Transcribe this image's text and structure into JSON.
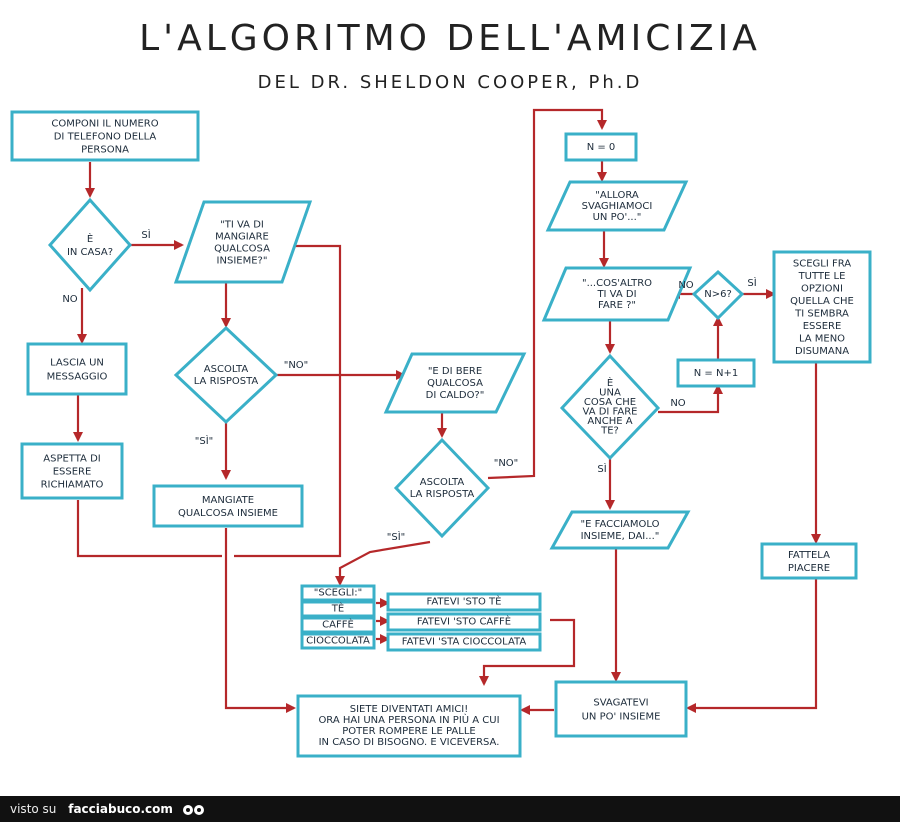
{
  "title": "L'ALGORITMO DELL'AMICIZIA",
  "subtitle": "DEL DR. SHELDON COOPER, Ph.D",
  "colors": {
    "box": "#3ab0c8",
    "arrow": "#b5282a",
    "text": "#1c2b3a"
  },
  "nodes": {
    "n_call": [
      "COMPONI IL NUMERO",
      "DI TELEFONO DELLA",
      "PERSONA"
    ],
    "n_home": [
      "È",
      "IN CASA?"
    ],
    "n_msg": [
      "LASCIA UN",
      "MESSAGGIO"
    ],
    "n_wait": [
      "ASPETTA DI",
      "ESSERE",
      "RICHIAMATO"
    ],
    "n_eat": [
      "\"TI VA DI",
      "MANGIARE",
      "QUALCOSA",
      "INSIEME?\""
    ],
    "n_listen1": [
      "ASCOLTA",
      "LA RISPOSTA"
    ],
    "n_eatt": [
      "MANGIATE",
      "QUALCOSA INSIEME"
    ],
    "n_drink": [
      "\"E DI BERE",
      "QUALCOSA",
      "DI CALDO?\""
    ],
    "n_listen2": [
      "ASCOLTA",
      "LA RISPOSTA"
    ],
    "n_choose": [
      "\"SCEGLI:\""
    ],
    "n_tea": [
      "TÈ"
    ],
    "n_coffee": [
      "CAFFÈ"
    ],
    "n_choc": [
      "CIOCCOLATA"
    ],
    "n_tea_do": [
      "FATEVI 'STO TÈ"
    ],
    "n_coffee_do": [
      "FATEVI 'STO CAFFÈ"
    ],
    "n_choc_do": [
      "FATEVI 'STA CIOCCOLATA"
    ],
    "n_n0": [
      "N = 0"
    ],
    "n_svago": [
      "\"ALLORA",
      "SVAGHIAMOCI",
      "UN PO'...\""
    ],
    "n_else": [
      "\"...COS'ALTRO",
      "TI VA DI",
      "FARE ?\""
    ],
    "n_ng6": [
      "N>6?"
    ],
    "n_inc": [
      "N = N+1"
    ],
    "n_doboth": [
      "È",
      "UNA",
      "COSA CHE",
      "VA DI FARE",
      "ANCHE A",
      "TE?"
    ],
    "n_letsdo": [
      "\"E FACCIAMOLO",
      "INSIEME, DAI...\""
    ],
    "n_pick": [
      "SCEGLI FRA",
      "TUTTE LE",
      "OPZIONI",
      "QUELLA CHE",
      "TI SEMBRA",
      "ESSERE",
      "LA MENO",
      "DISUMANA"
    ],
    "n_like": [
      "FATTELA",
      "PIACERE"
    ],
    "n_have": [
      "SVAGATEVI",
      "UN PO' INSIEME"
    ],
    "n_friends": [
      "SIETE DIVENTATI AMICI!",
      "ORA HAI UNA PERSONA IN PIÙ A CUI",
      "POTER ROMPERE LE PALLE",
      "IN CASO DI BISOGNO. E VICEVERSA."
    ]
  },
  "labels": {
    "l_si1": "SÌ",
    "l_no1": "NO",
    "l_no2": "\"NO\"",
    "l_si2": "\"SÌ\"",
    "l_no3": "\"NO\"",
    "l_si3": "\"SÌ\"",
    "l_no4": "NO",
    "l_si4": "SÌ",
    "l_no5": "NO",
    "l_si5": "SÌ"
  },
  "footer": {
    "prefix": "visto su",
    "site": "facciabuco.com"
  }
}
